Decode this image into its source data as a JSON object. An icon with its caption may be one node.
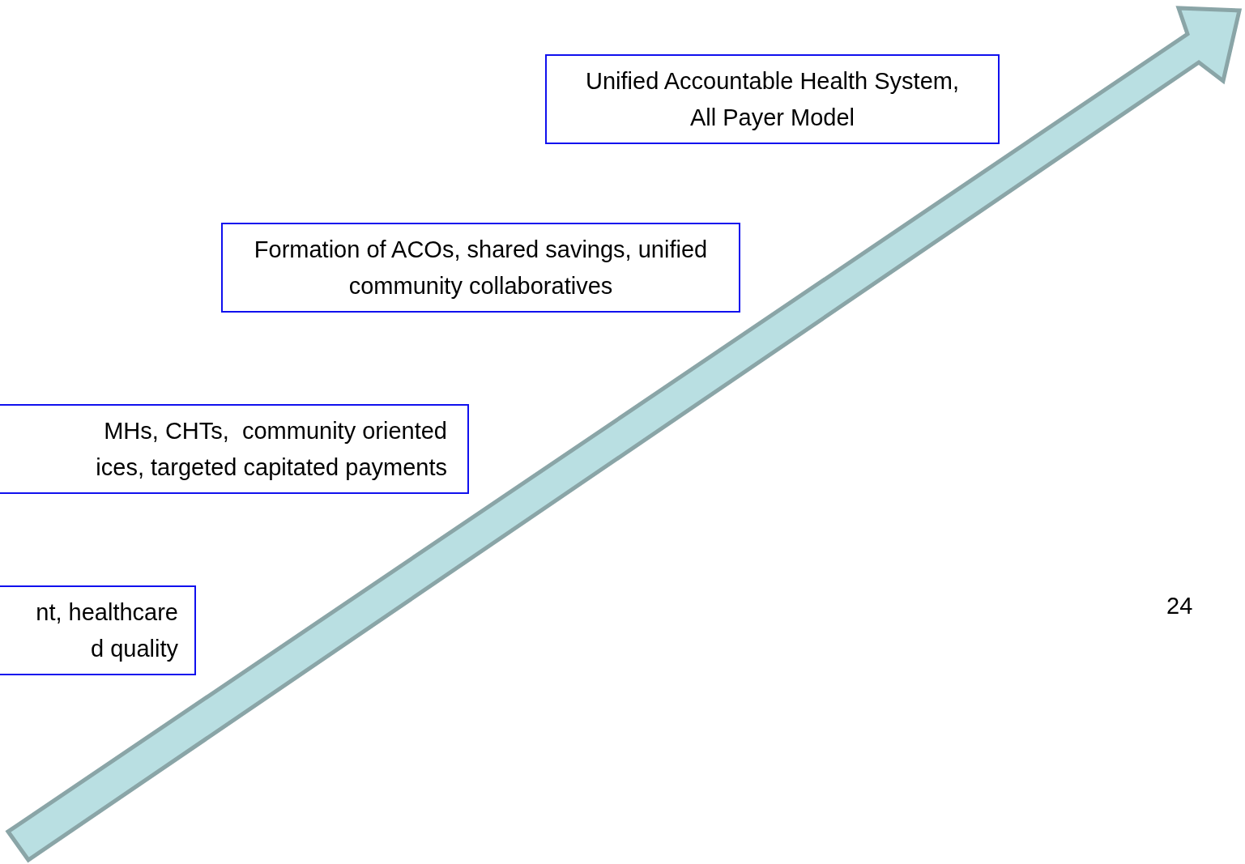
{
  "diagram": {
    "nodes": [
      {
        "text": [
          "Unified Accountable Health System, All Payer Model"
        ]
      },
      {
        "text": [
          "Formation of ACOs, shared savings, unified community collaboratives"
        ]
      },
      {
        "text": [
          "MHs, CHTs,  community oriented ices, targeted capitated payments"
        ]
      },
      {
        "text": [
          "nt, healthcare d quality"
        ]
      }
    ],
    "labels": [
      "24"
    ]
  }
}
